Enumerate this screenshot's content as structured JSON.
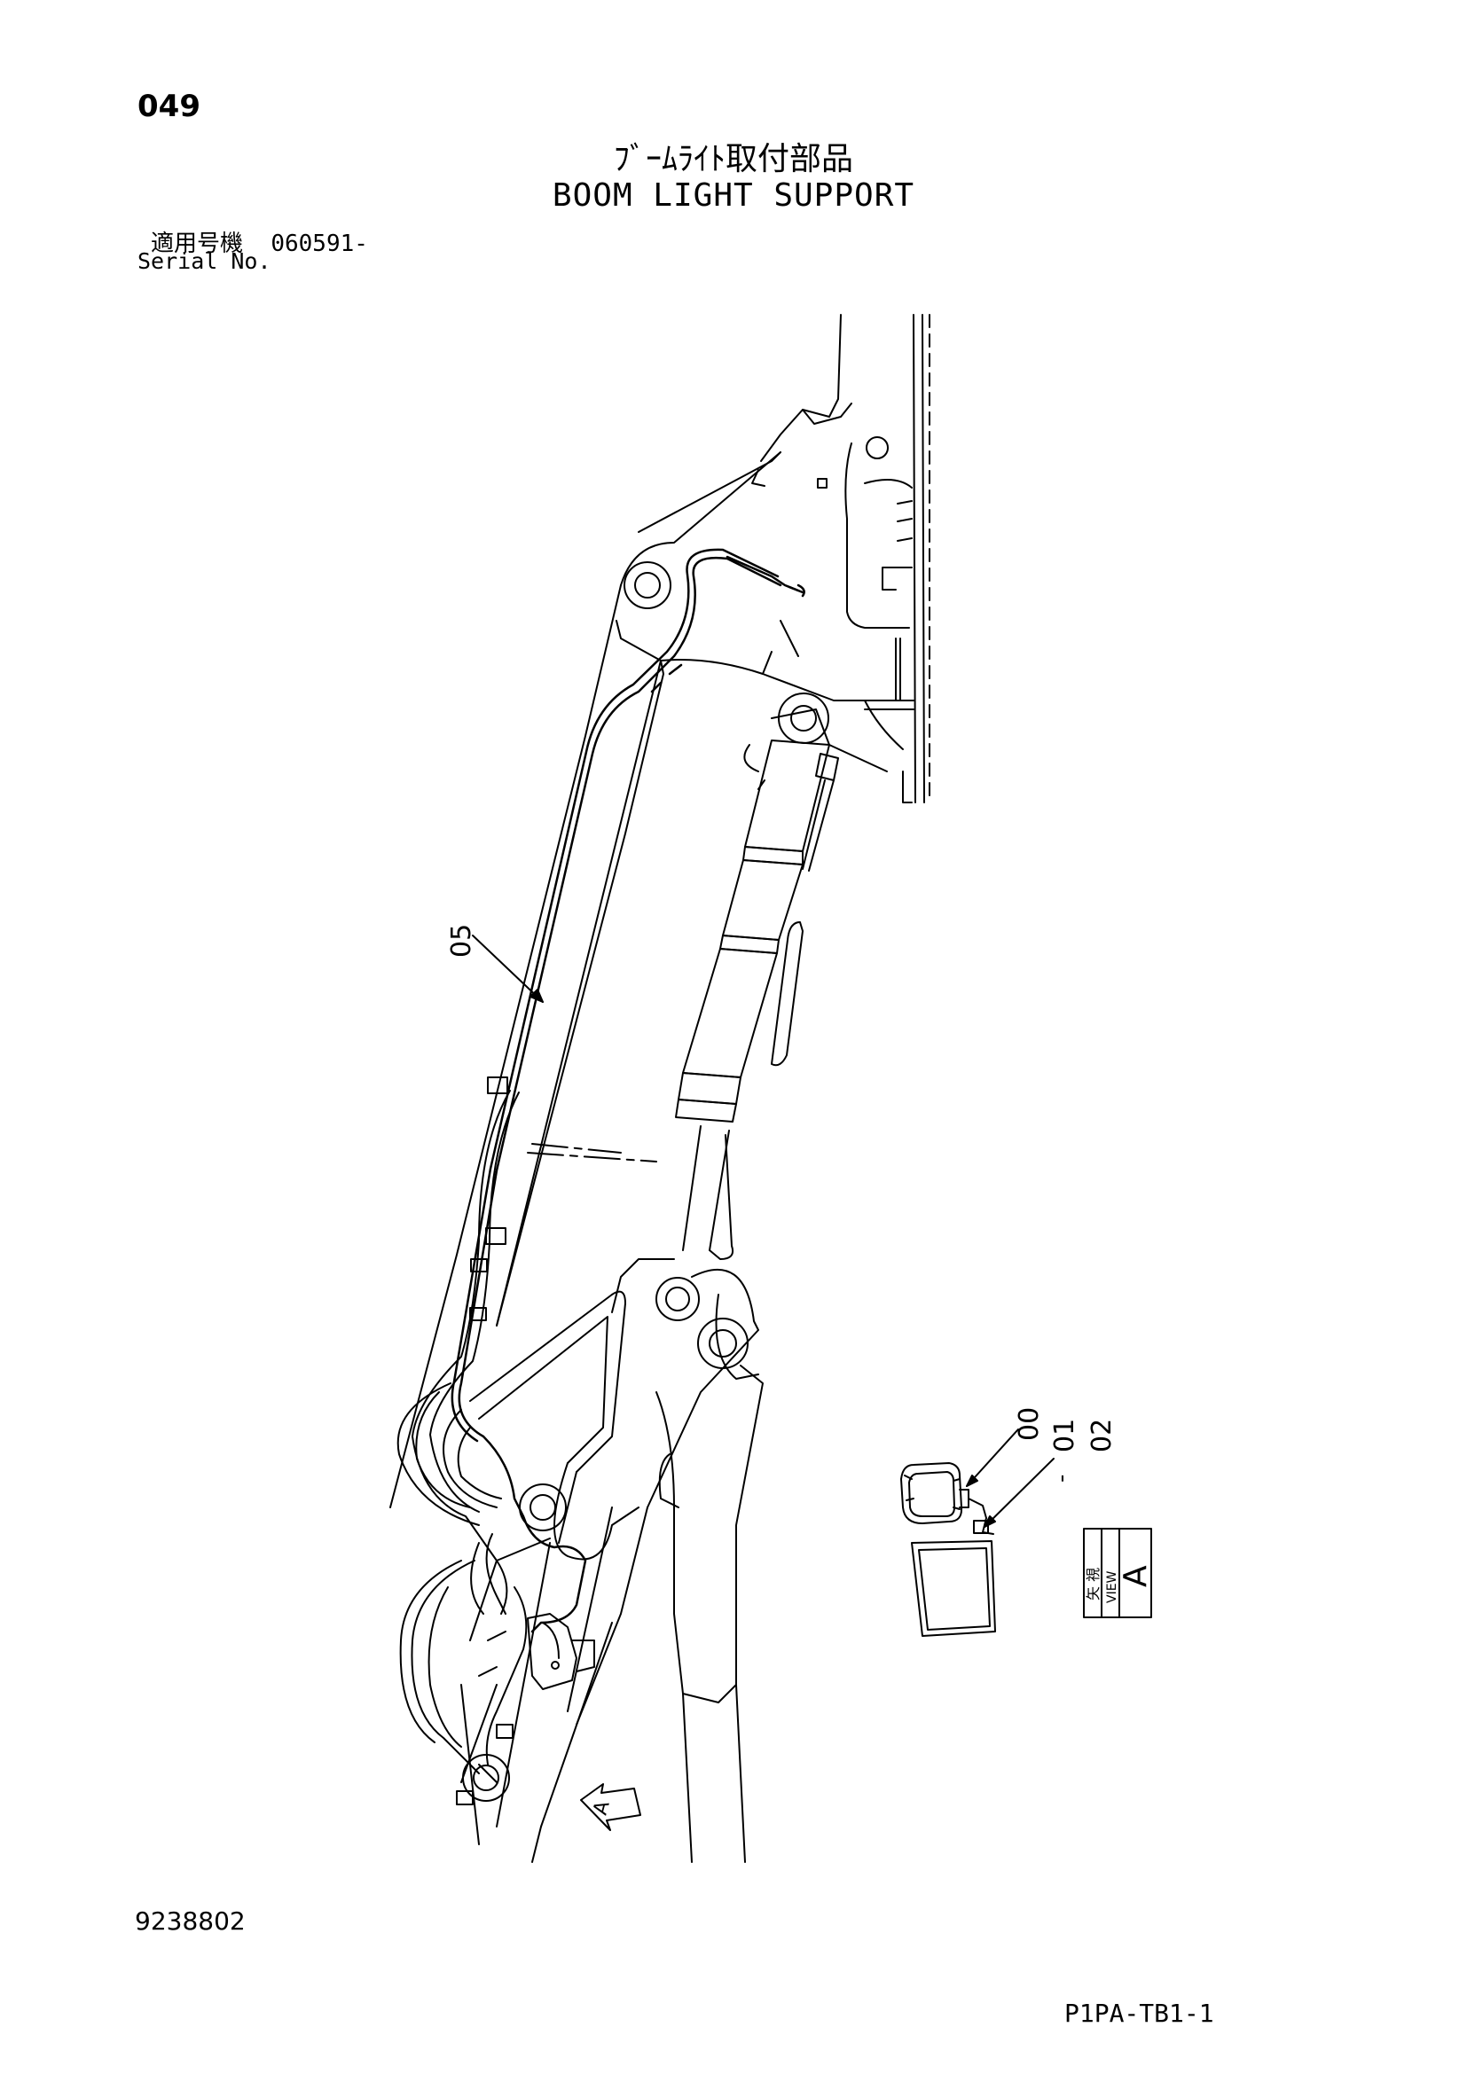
{
  "header": {
    "page_number": "049",
    "title_jp": "ﾌﾞｰﾑﾗｲﾄ取付部品",
    "title_en": "BOOM LIGHT SUPPORT",
    "serial_label_jp": "適用号機",
    "serial_value": "060591-",
    "serial_label_en": "Serial No."
  },
  "callouts": {
    "c05": "05",
    "c00": "00",
    "c01": "01",
    "c_dash": "-",
    "c02": "02",
    "view_jp": "矢 視",
    "view_en": "VIEW",
    "view_letter": "A",
    "arrow_letter": "A"
  },
  "footer": {
    "drawing_number": "9238802",
    "page_code": "P1PA-TB1-1"
  }
}
